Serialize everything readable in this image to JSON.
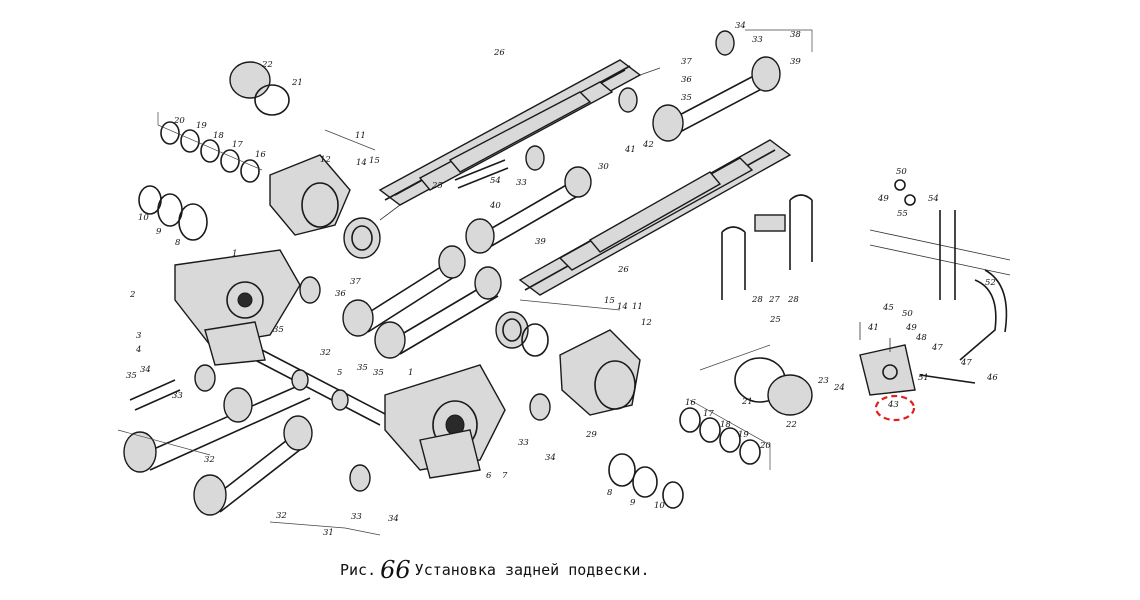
{
  "figure": {
    "caption_prefix": "Рис.",
    "figure_number": "66",
    "caption_text": "Установка задней подвески.",
    "highlight_color": "#e0201c",
    "highlighted_callout": "43"
  },
  "callouts": {
    "n1": "1",
    "n2": "2",
    "n3": "3",
    "n4": "4",
    "n5": "5",
    "n6": "6",
    "n7": "7",
    "n8": "8",
    "n9": "9",
    "n10": "10",
    "n11": "11",
    "n12": "12",
    "n14": "14",
    "n15": "15",
    "n16": "16",
    "n17": "17",
    "n18": "18",
    "n19": "19",
    "n20": "20",
    "n21": "21",
    "n22": "22",
    "n23": "23",
    "n24": "24",
    "n25": "25",
    "n26": "26",
    "n27": "27",
    "n28": "28",
    "n29": "29",
    "n30": "30",
    "n31": "31",
    "n32": "32",
    "n33": "33",
    "n34": "34",
    "n35": "35",
    "n36": "36",
    "n37": "37",
    "n38": "38",
    "n39": "39",
    "n40": "40",
    "n41": "41",
    "n42": "42",
    "n43": "43",
    "n45": "45",
    "n46": "46",
    "n47": "47",
    "n48": "48",
    "n49": "49",
    "n50": "50",
    "n51": "51",
    "n52": "52",
    "n54": "54",
    "n55": "55"
  }
}
